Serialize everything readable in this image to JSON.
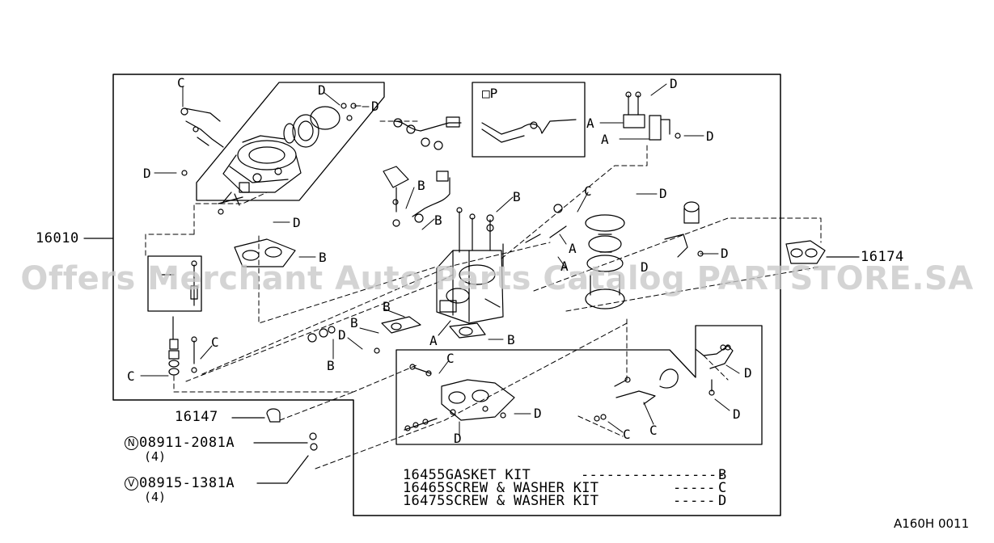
{
  "part_numbers": {
    "carburetor_assembly": "16010",
    "insulator": "16174",
    "clip": "16147",
    "nut": "08911-2081A",
    "nut_qty": "(4)",
    "nut_prefix": "N",
    "washer": "08915-1381A",
    "washer_qty": "(4)",
    "washer_prefix": "V"
  },
  "callout_letters": {
    "a": "A",
    "b": "B",
    "c": "C",
    "d": "D"
  },
  "option_box_label": "□P",
  "legend": [
    {
      "number": "16455",
      "name": "GASKET KIT",
      "leader": "-----------------",
      "code": "B"
    },
    {
      "number": "16465",
      "name": "SCREW & WASHER KIT",
      "leader": "-----",
      "code": "C"
    },
    {
      "number": "16475",
      "name": "SCREW & WASHER KIT",
      "leader": "-----",
      "code": "D"
    }
  ],
  "diagram_code": "A160H 0011",
  "watermark": "Offers Merchant Auto Parts Catalog PARTSTORE.SA"
}
